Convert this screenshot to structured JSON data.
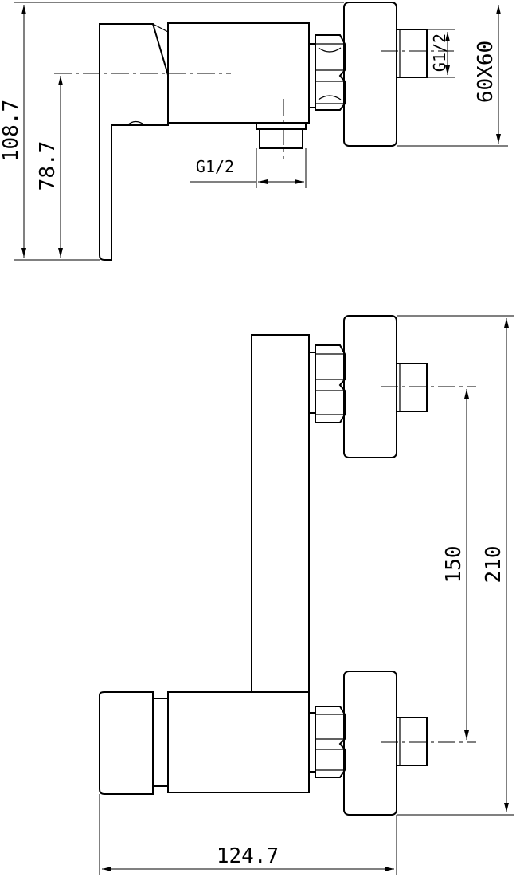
{
  "side_view": {
    "overall_height": "108.7",
    "axis_height": "78.7",
    "inlet_thread": "G1/2",
    "outlet_thread": "G1/2",
    "flange_size": "60X60"
  },
  "front_view": {
    "inlet_spacing": "150",
    "overall_height": "210",
    "overall_width": "124.7"
  }
}
